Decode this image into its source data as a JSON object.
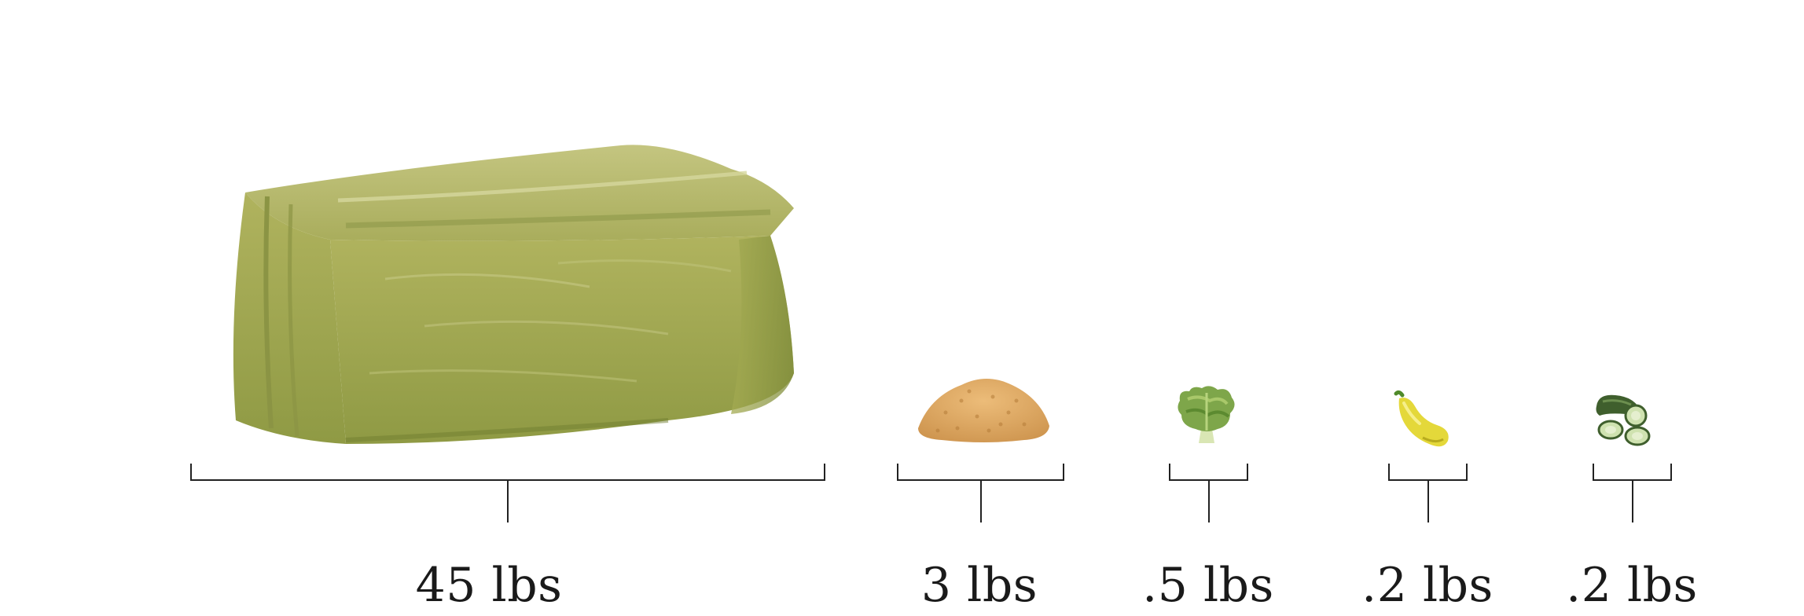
{
  "items": [
    {
      "icon": "hay-bale-icon",
      "weight_label": "45 lbs",
      "color": "#a9b25a"
    },
    {
      "icon": "grain-pile-icon",
      "weight_label": "3 lbs",
      "color": "#d9a85f"
    },
    {
      "icon": "lettuce-icon",
      "weight_label": ".5 lbs",
      "color": "#7ea64a"
    },
    {
      "icon": "squash-icon",
      "weight_label": ".2 lbs",
      "color": "#e4d83a"
    },
    {
      "icon": "cucumber-icon",
      "weight_label": ".2 lbs",
      "color": "#4f6e3a"
    }
  ]
}
